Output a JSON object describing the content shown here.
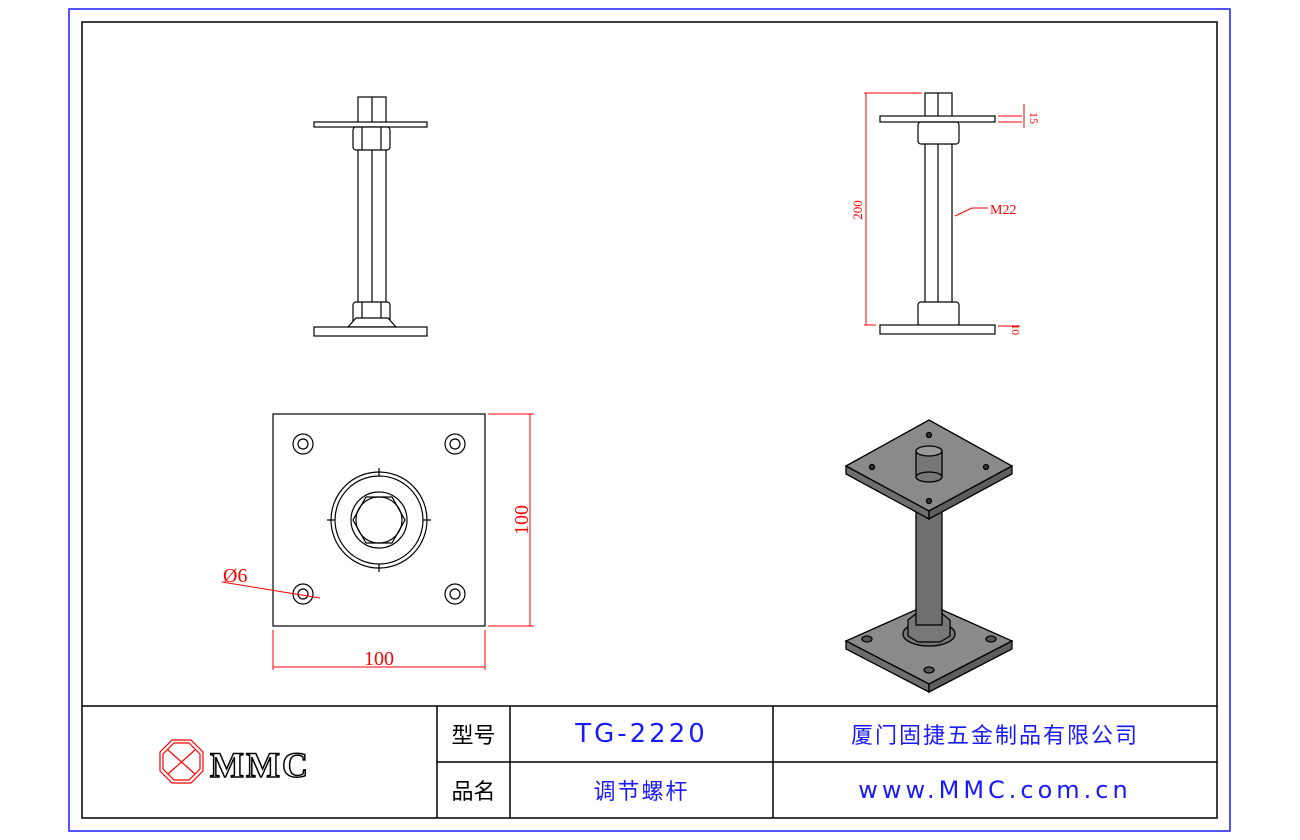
{
  "drawing": {
    "dimensions": {
      "plate_thickness": "15",
      "height": "200",
      "thread": "M22",
      "base_thickness": "10",
      "plate_width": "100",
      "plate_depth": "100",
      "hole_diameter": "Ø6"
    }
  },
  "title_block": {
    "logo_text": "MMC",
    "model_label": "型号",
    "model_value": "TG-2220",
    "name_label": "品名",
    "name_value": "调节螺杆",
    "company": "厦门固捷五金制品有限公司",
    "website": "www.MMC.com.cn"
  },
  "colors": {
    "frame": "#1a1aff",
    "dimension": "#ff0000",
    "line": "#000000"
  }
}
